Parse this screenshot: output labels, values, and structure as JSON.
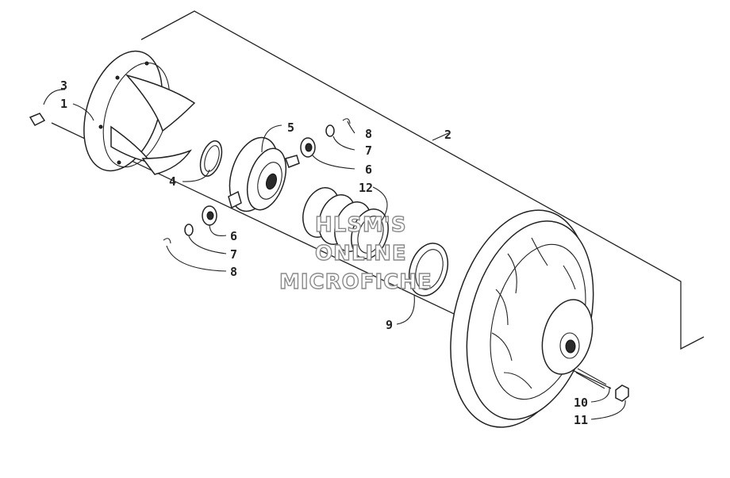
{
  "labels": {
    "p1": "1",
    "p2": "2",
    "p3": "3",
    "p4": "4",
    "p5": "5",
    "p6a": "6",
    "p6b": "6",
    "p7a": "7",
    "p7b": "7",
    "p8a": "8",
    "p8b": "8",
    "p9": "9",
    "p10": "10",
    "p11": "11",
    "p12": "12"
  },
  "watermark": [
    "HLSM'S",
    "ONLINE",
    "MICROFICHE"
  ]
}
